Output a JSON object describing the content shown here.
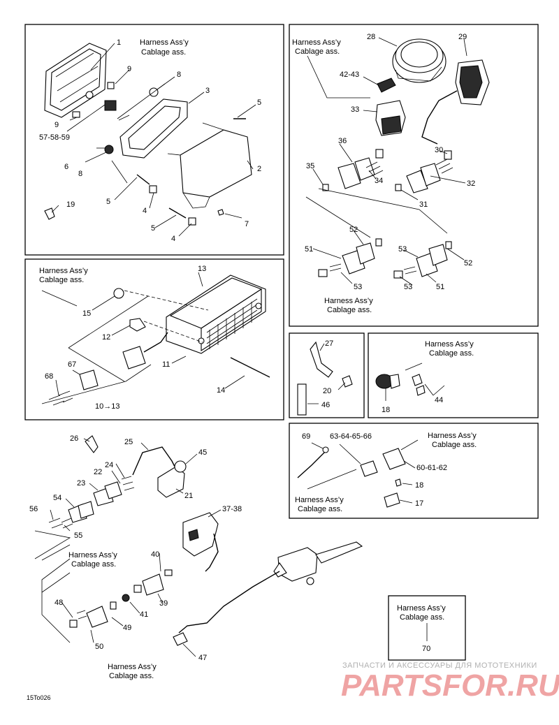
{
  "harness": {
    "line1": "Harness Ass’y",
    "line2": "Cablage ass."
  },
  "figure_code": "15To026",
  "watermark": {
    "tagline": "ЗАПЧАСТИ И АКСЕССУАРЫ ДЛЯ МОТОТЕХНИКИ",
    "logo": "PARTSFOR.RU"
  },
  "callouts": {
    "p1": "1",
    "p2": "2",
    "p3": "3",
    "p4a": "4",
    "p4b": "4",
    "p5a": "5",
    "p5b": "5",
    "p5c": "5",
    "p6": "6",
    "p7": "7",
    "p8a": "8",
    "p8b": "8",
    "p9a": "9",
    "p9b": "9",
    "p19": "19",
    "p575859": "57-58-59",
    "p28": "28",
    "p29": "29",
    "p4243": "42-43",
    "p33": "33",
    "p36": "36",
    "p35": "35",
    "p34": "34",
    "p30": "30",
    "p32": "32",
    "p31": "31",
    "p52a": "52",
    "p52b": "52",
    "p51a": "51",
    "p51b": "51",
    "p53a": "53",
    "p53b": "53",
    "p53c": "53",
    "p13": "13",
    "p15": "15",
    "p12": "12",
    "p11": "11",
    "p14": "14",
    "p68": "68",
    "p67": "67",
    "p1013": "10→13",
    "p27": "27",
    "p20": "20",
    "p46": "46",
    "p18a": "18",
    "p44": "44",
    "p69": "69",
    "p63to66": "63-64-65-66",
    "p606162": "60-61-62",
    "p18b": "18",
    "p17": "17",
    "p26": "26",
    "p25": "25",
    "p45": "45",
    "p24": "24",
    "p22": "22",
    "p23": "23",
    "p21": "21",
    "p54": "54",
    "p56": "56",
    "p55": "55",
    "p3738": "37-38",
    "p40": "40",
    "p39": "39",
    "p41": "41",
    "p48": "48",
    "p49": "49",
    "p50": "50",
    "p47": "47",
    "p70": "70"
  }
}
